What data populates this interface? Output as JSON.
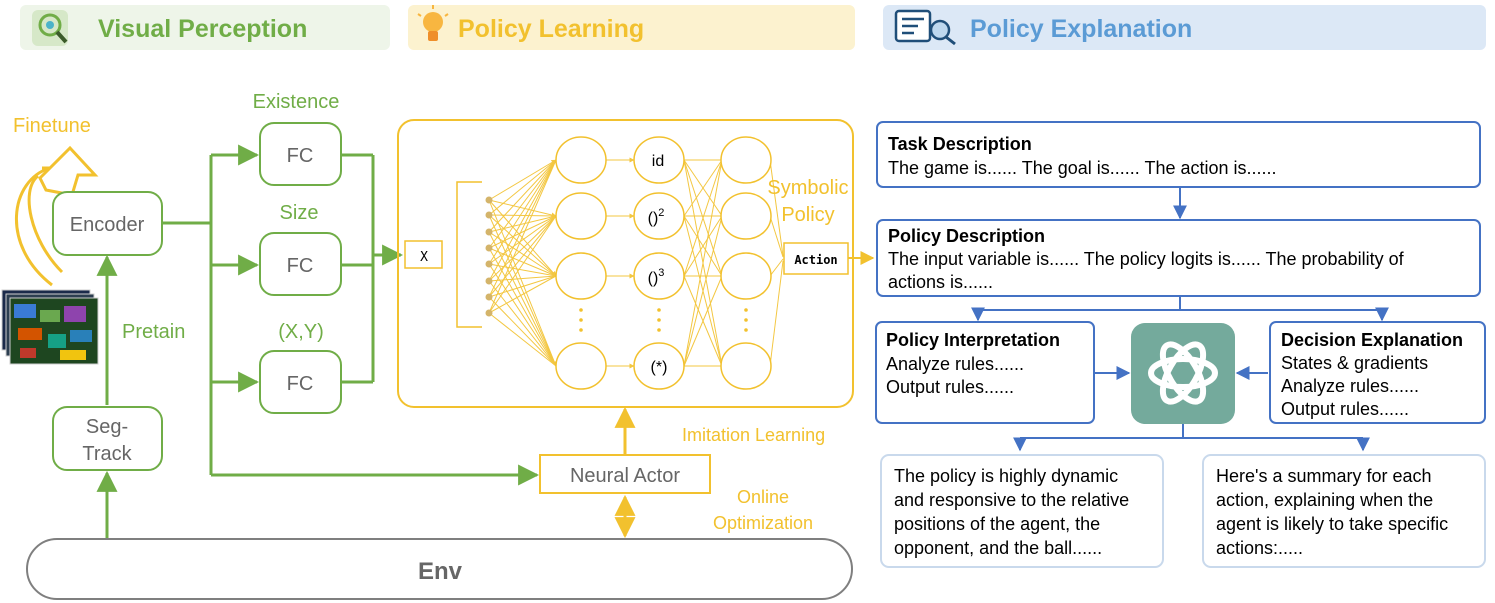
{
  "sections": {
    "visual": "Visual Perception",
    "policy_learning": "Policy Learning",
    "policy_explanation": "Policy Explanation"
  },
  "perception": {
    "finetune": "Finetune",
    "encoder": "Encoder",
    "pretain": "Pretain",
    "segtrack_line1": "Seg-",
    "segtrack_line2": "Track",
    "existence": "Existence",
    "size": "Size",
    "xy": "(X,Y)",
    "fc": "FC"
  },
  "learning": {
    "input": "X",
    "op_id": "id",
    "op_sq": "()",
    "op_sq_exp": "2",
    "op_cube": "()",
    "op_cube_exp": "3",
    "op_star": "(*)",
    "symbolic_line1": "Symbolic",
    "symbolic_line2": "Policy",
    "action": "Action",
    "imitation": "Imitation Learning",
    "neural_actor": "Neural Actor",
    "online_line1": "Online",
    "online_line2": "Optimization",
    "env": "Env"
  },
  "explanation": {
    "task_title": "Task Description",
    "task_text": "The game is...... The goal is...... The action is......",
    "policy_title": "Policy Description",
    "policy_text_1": "The input variable is...... The policy logits is...... The probability of",
    "policy_text_2": "actions is......",
    "interp_title": "Policy Interpretation",
    "interp_line1": "Analyze rules......",
    "interp_line2": "Output rules......",
    "decision_title": "Decision Explanation",
    "decision_line1": "States & gradients",
    "decision_line2": "Analyze rules......",
    "decision_line3": "Output rules......",
    "out1_line1": "The policy is highly dynamic",
    "out1_line2": "and responsive to the relative",
    "out1_line3": "positions of the agent, the",
    "out1_line4": "opponent, and the ball......",
    "out2_line1": "Here's a summary for each",
    "out2_line2": "action, explaining when the",
    "out2_line3": "agent is likely to take specific",
    "out2_line4": "actions:....."
  },
  "colors": {
    "green": "#70ad47",
    "yellow": "#f2c12e",
    "blue": "#4472c4",
    "llm": "#74aa9c",
    "gray": "#7f7f7f"
  },
  "icons": [
    "perception-head-icon",
    "lightbulb-icon",
    "document-search-icon",
    "llm-logo-icon"
  ]
}
